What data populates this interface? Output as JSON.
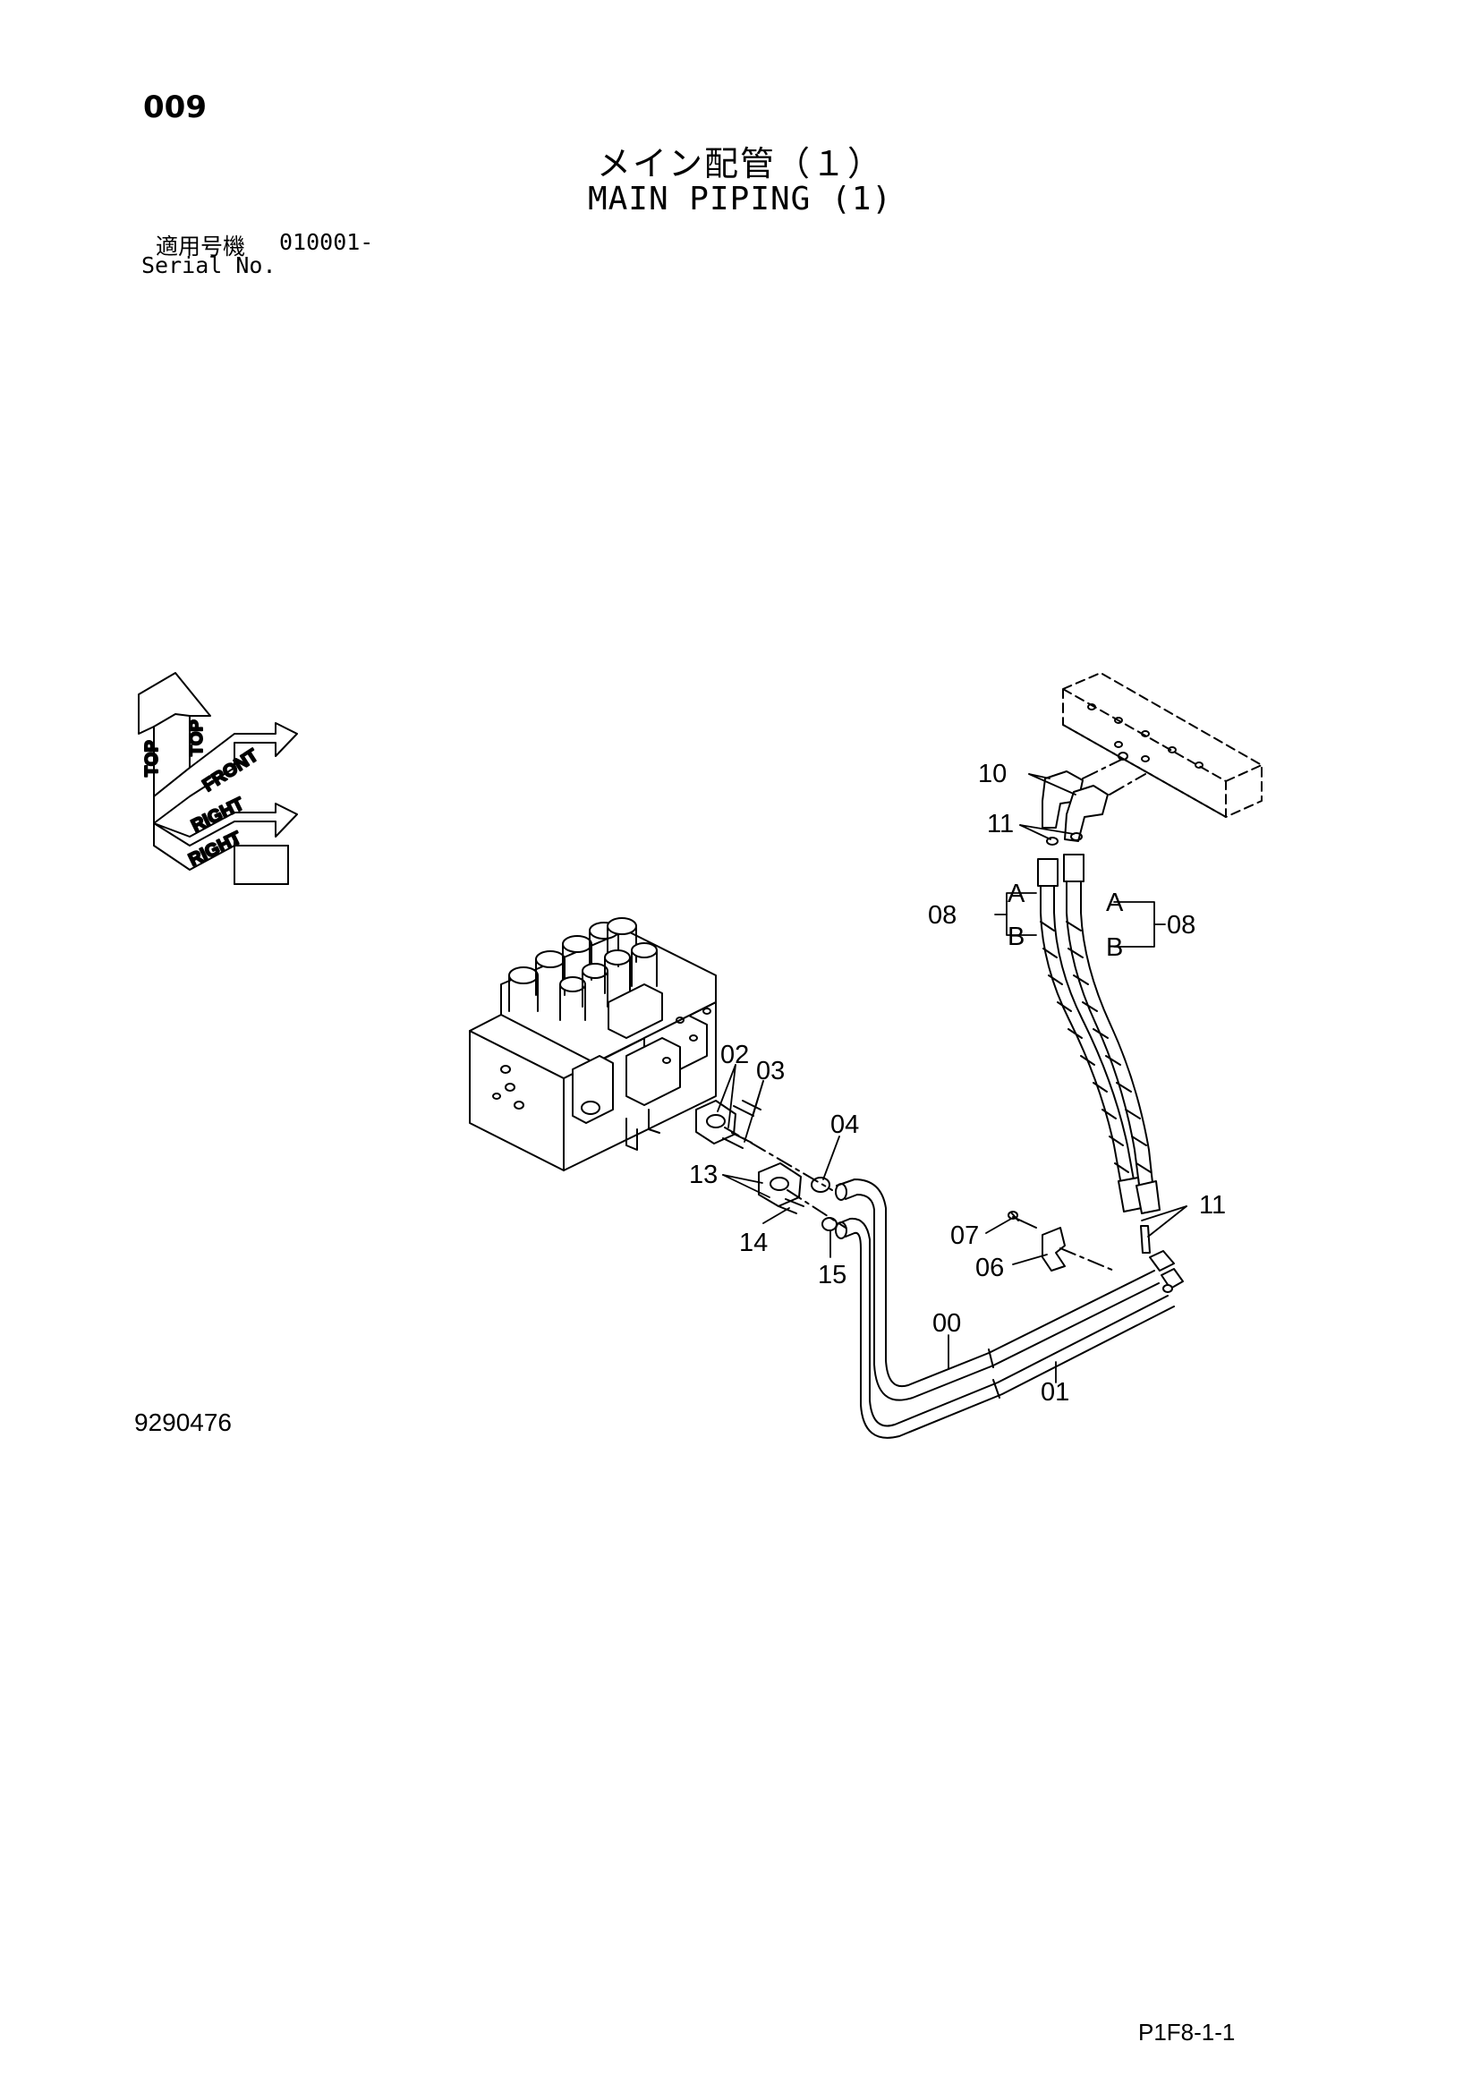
{
  "header": {
    "page_number": "009",
    "title_jp": "メイン配管（１）",
    "title_en": "MAIN PIPING (1)",
    "serial_label_jp": "適用号機",
    "serial_value": "010001-",
    "serial_label_en": "Serial No."
  },
  "orientation": {
    "top": "TOP",
    "front": "FRONT",
    "right": "RIGHT"
  },
  "callouts": {
    "p00": "00",
    "p01": "01",
    "p02": "02",
    "p03": "03",
    "p04": "04",
    "p06": "06",
    "p07": "07",
    "p08_left": "08",
    "p08_right": "08",
    "a_left": "A",
    "b_left": "B",
    "a_right": "A",
    "b_right": "B",
    "p10": "10",
    "p11_top": "11",
    "p11_right": "11",
    "p13": "13",
    "p14": "14",
    "p15": "15"
  },
  "footer": {
    "drawing_number": "9290476",
    "sheet_code": "P1F8-1-1"
  }
}
